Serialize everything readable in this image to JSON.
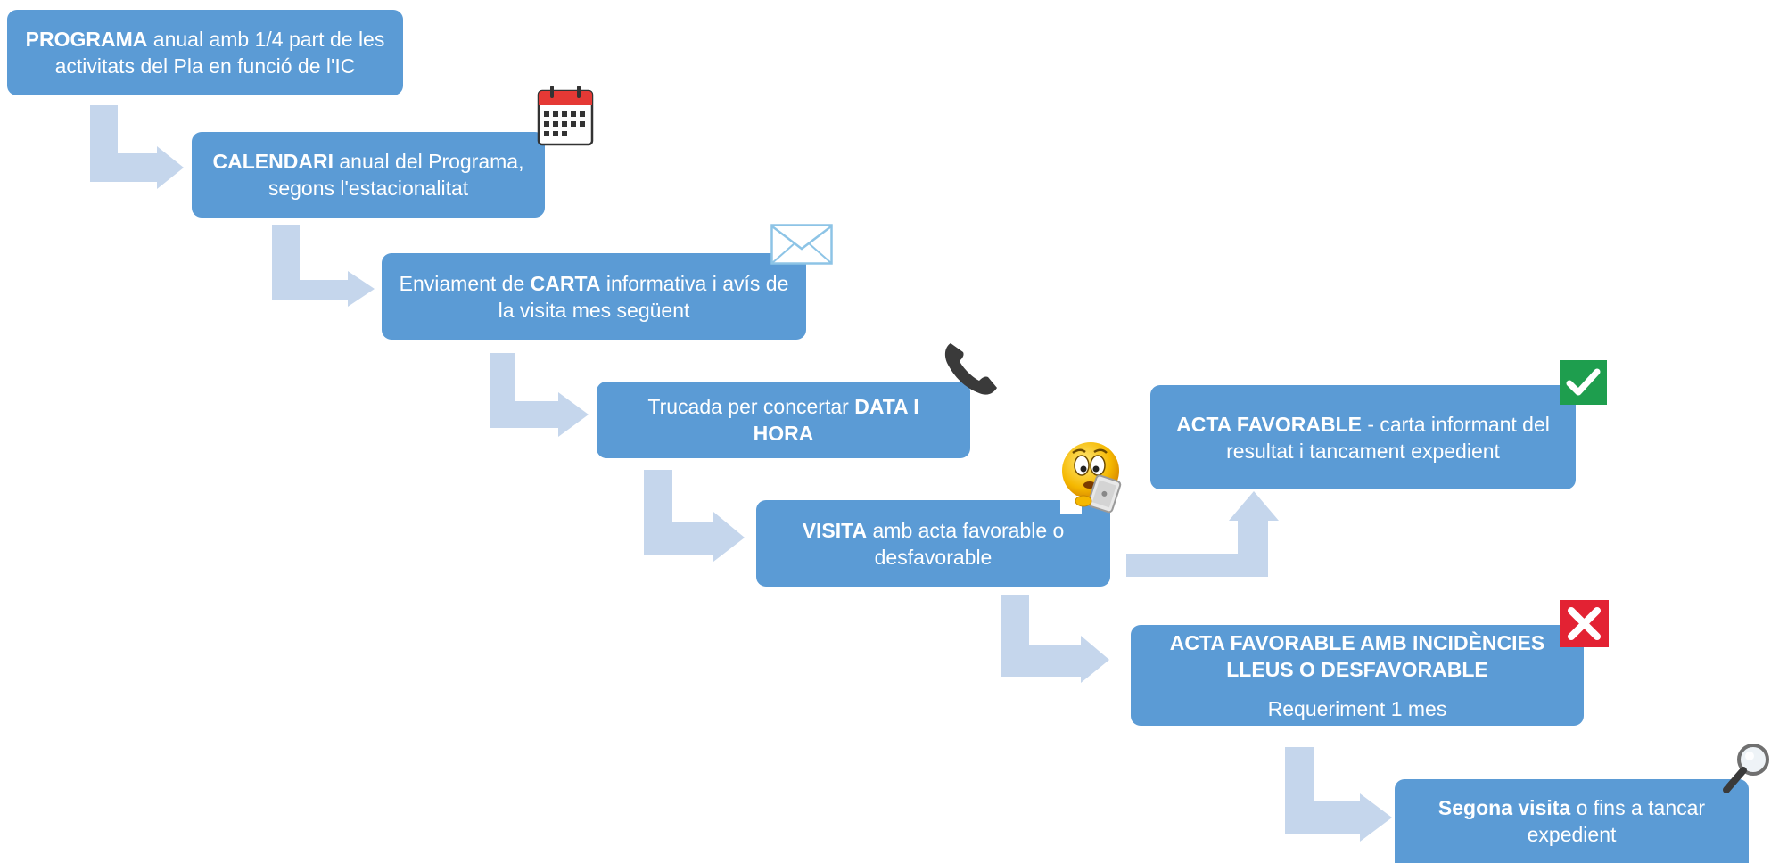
{
  "colors": {
    "box_fill": "#5b9bd5",
    "box_text": "#ffffff",
    "arrow": "#c5d6ec",
    "calendar_header": "#e53935",
    "check_bg": "#1e9e4e",
    "cross_bg": "#e32233"
  },
  "steps": {
    "programa": {
      "bold": "PROGRAMA",
      "text": " anual amb 1/4 part de les activitats del Pla en funció de l'IC"
    },
    "calendari": {
      "bold": "CALENDARI",
      "text": " anual del Programa, segons l'estacionalitat"
    },
    "carta": {
      "pre": "Enviament de ",
      "bold": "CARTA",
      "post": " informativa i avís de la visita mes següent"
    },
    "trucada": {
      "pre": "Trucada per concertar ",
      "bold": "DATA I HORA"
    },
    "visita": {
      "bold": "VISITA",
      "text": " amb acta favorable o desfavorable"
    },
    "acta_favorable": {
      "bold": "ACTA FAVORABLE",
      "text": " - carta informant del resultat i tancament expedient"
    },
    "acta_incidencies": {
      "bold": "ACTA FAVORABLE AMB INCIDÈNCIES LLEUS O DESFAVORABLE",
      "sub": "Requeriment 1 mes"
    },
    "segona_visita": {
      "bold": "Segona visita",
      "text": " o fins a tancar expedient"
    }
  },
  "icons": [
    "calendar-icon",
    "envelope-icon",
    "phone-icon",
    "emoji-tablet-icon",
    "check-icon",
    "cross-icon",
    "magnifier-icon"
  ]
}
